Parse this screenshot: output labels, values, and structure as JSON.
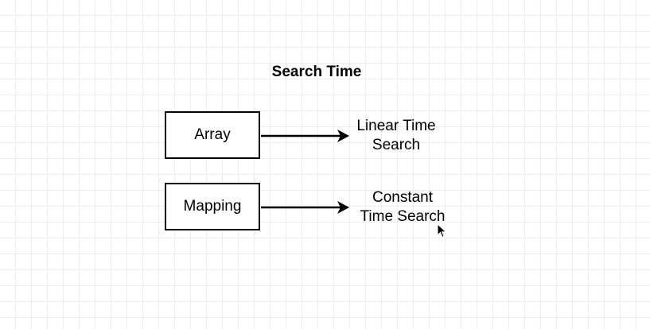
{
  "diagram": {
    "title": "Search Time",
    "nodes": [
      {
        "id": "array",
        "label": "Array"
      },
      {
        "id": "mapping",
        "label": "Mapping"
      }
    ],
    "targets": [
      {
        "id": "linear",
        "line1": "Linear Time",
        "line2": "Search"
      },
      {
        "id": "constant",
        "line1": "Constant",
        "line2": "Time Search"
      }
    ],
    "edges": [
      {
        "from": "array",
        "to": "linear"
      },
      {
        "from": "mapping",
        "to": "constant"
      }
    ]
  },
  "cursor_icon": "mouse-pointer-icon"
}
